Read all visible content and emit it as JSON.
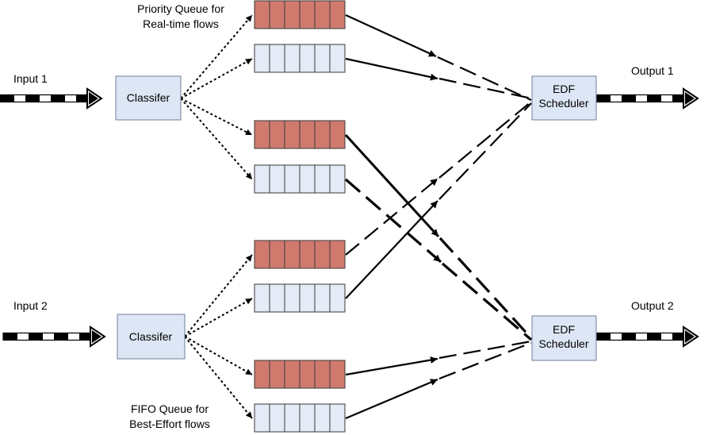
{
  "labels": {
    "priority_queue": [
      "Priority Queue for",
      "Real-time flows"
    ],
    "fifo_queue": [
      "FIFO Queue for",
      "Best-Effort flows"
    ],
    "input1": "Input 1",
    "input2": "Input 2",
    "output1": "Output 1",
    "output2": "Output 2"
  },
  "nodes": {
    "classifier1": "Classifer",
    "classifier2": "Classifer",
    "scheduler1": [
      "EDF",
      "Scheduler"
    ],
    "scheduler2": [
      "EDF",
      "Scheduler"
    ]
  },
  "queues": [
    {
      "kind": "priority",
      "cells": 6
    },
    {
      "kind": "fifo",
      "cells": 6
    },
    {
      "kind": "priority",
      "cells": 6
    },
    {
      "kind": "fifo",
      "cells": 6
    },
    {
      "kind": "priority",
      "cells": 6
    },
    {
      "kind": "fifo",
      "cells": 6
    },
    {
      "kind": "priority",
      "cells": 6
    },
    {
      "kind": "fifo",
      "cells": 6
    }
  ],
  "edges": [
    {
      "from": "input1",
      "to": "classifier1",
      "style": "link"
    },
    {
      "from": "input2",
      "to": "classifier2",
      "style": "link"
    },
    {
      "from": "scheduler1",
      "to": "output1",
      "style": "link"
    },
    {
      "from": "scheduler2",
      "to": "output2",
      "style": "link"
    },
    {
      "from": "classifier1",
      "to": "queue1",
      "style": "dotted"
    },
    {
      "from": "classifier1",
      "to": "queue2",
      "style": "dotted"
    },
    {
      "from": "classifier1",
      "to": "queue3",
      "style": "dotted"
    },
    {
      "from": "classifier1",
      "to": "queue4",
      "style": "dotted"
    },
    {
      "from": "classifier2",
      "to": "queue5",
      "style": "dotted"
    },
    {
      "from": "classifier2",
      "to": "queue6",
      "style": "dotted"
    },
    {
      "from": "classifier2",
      "to": "queue7",
      "style": "dotted"
    },
    {
      "from": "classifier2",
      "to": "queue8",
      "style": "dotted"
    },
    {
      "from": "queue1",
      "to": "scheduler1",
      "style": "solid-then-dashed"
    },
    {
      "from": "queue2",
      "to": "scheduler1",
      "style": "solid-then-dashed"
    },
    {
      "from": "queue3",
      "to": "scheduler2",
      "style": "solid-then-dashed"
    },
    {
      "from": "queue4",
      "to": "scheduler2",
      "style": "dashed"
    },
    {
      "from": "queue5",
      "to": "scheduler1",
      "style": "dashed"
    },
    {
      "from": "queue6",
      "to": "scheduler1",
      "style": "solid-then-dashed"
    },
    {
      "from": "queue7",
      "to": "scheduler2",
      "style": "solid-then-dashed"
    },
    {
      "from": "queue8",
      "to": "scheduler2",
      "style": "solid-then-dashed"
    }
  ],
  "colors": {
    "priority_fill": "#D07A6E",
    "fifo_fill": "#E4EAF6",
    "node_fill": "#DDE6F4",
    "node_stroke": "#6F7F99",
    "line": "#000000"
  }
}
